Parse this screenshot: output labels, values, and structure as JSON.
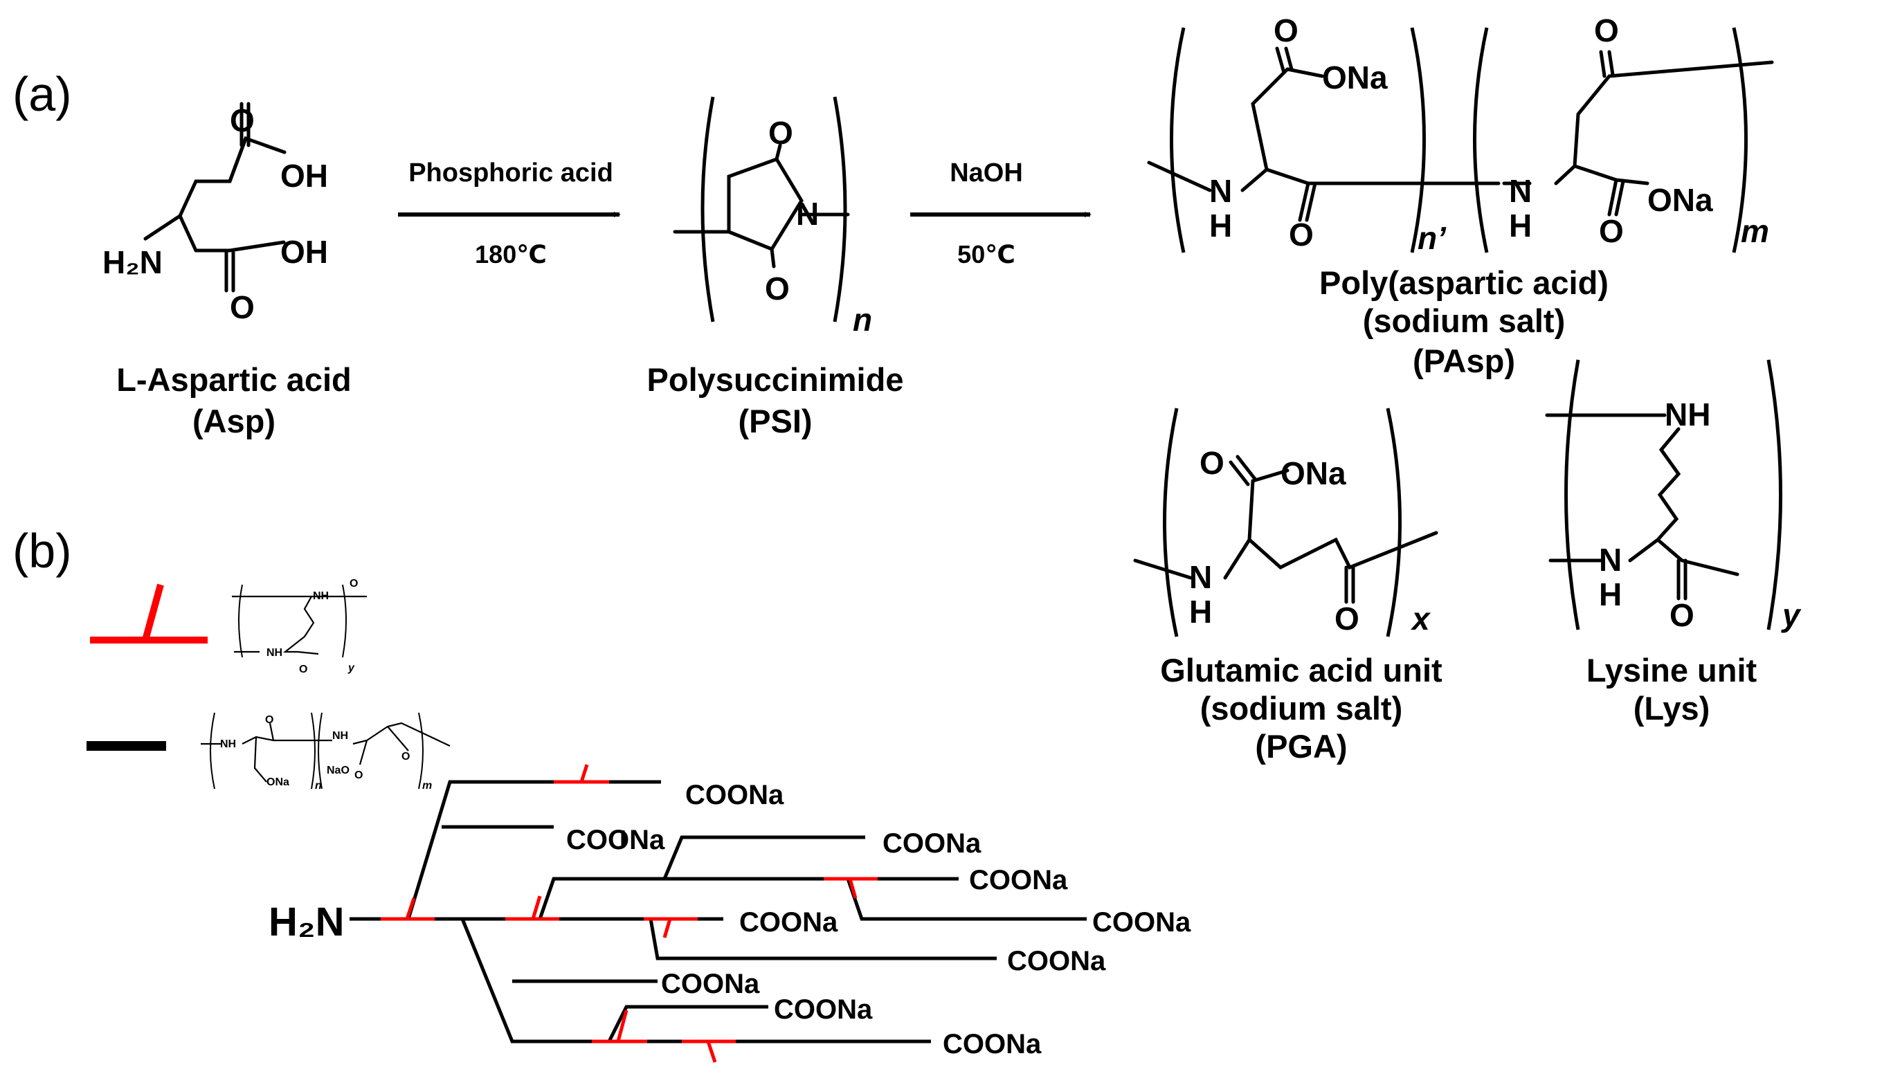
{
  "panel_a": {
    "label": "(a)",
    "asp": {
      "atoms": {
        "o_top": "O",
        "oh_top": "OH",
        "h2n": "H₂N",
        "oh_bottom": "OH",
        "o_bottom": "O"
      },
      "name": "L-Aspartic acid",
      "abbr": "(Asp)"
    },
    "step1": {
      "reagent": "Phosphoric acid",
      "condition": "180℃"
    },
    "psi": {
      "atoms": {
        "o_top": "O",
        "n": "N",
        "o_bottom": "O"
      },
      "subscript": "n",
      "name": "Polysuccinimide",
      "abbr": "(PSI)"
    },
    "step2": {
      "reagent": "NaOH",
      "condition": "50℃"
    },
    "pasp": {
      "atoms": {
        "o1": "O",
        "ona1": "ONa",
        "nh1_n": "N",
        "nh1_h": "H",
        "o2": "O",
        "o3": "O",
        "nh2_n": "N",
        "nh2_h": "H",
        "o4": "O",
        "ona2": "ONa"
      },
      "subscript_1": "n’",
      "subscript_2": "m",
      "name_line1": "Poly(aspartic acid)",
      "name_line2": "(sodium salt)",
      "abbr": "(PAsp)"
    },
    "pga": {
      "atoms": {
        "o1": "O",
        "ona": "ONa",
        "n": "N",
        "h": "H",
        "o2": "O"
      },
      "subscript": "x",
      "name_line1": "Glutamic acid unit",
      "name_line2": "(sodium salt)",
      "abbr": "(PGA)"
    },
    "lys": {
      "atoms": {
        "nh_top": "NH",
        "n": "N",
        "h": "H",
        "o": "O"
      },
      "subscript": "y",
      "name": "Lysine unit",
      "abbr": "(Lys)"
    }
  },
  "panel_b": {
    "label": "(b)",
    "legend_lys": {
      "atoms": {
        "nh1": "NH",
        "o1": "O",
        "nh2": "NH",
        "o2": "O"
      },
      "subscript": "y"
    },
    "legend_pasp": {
      "atoms": {
        "nh1": "NH",
        "o1": "O",
        "ona1": "ONa",
        "nh2": "NH",
        "nao": "NaO",
        "o2": "O",
        "o3": "O"
      },
      "subscript_1": "n",
      "subscript_2": "m"
    },
    "root": "H₂N",
    "terminal": "COONa",
    "terminal_count": 10,
    "colors": {
      "lysine_unit": "#ff0000",
      "pasp_chain": "#000000"
    }
  }
}
